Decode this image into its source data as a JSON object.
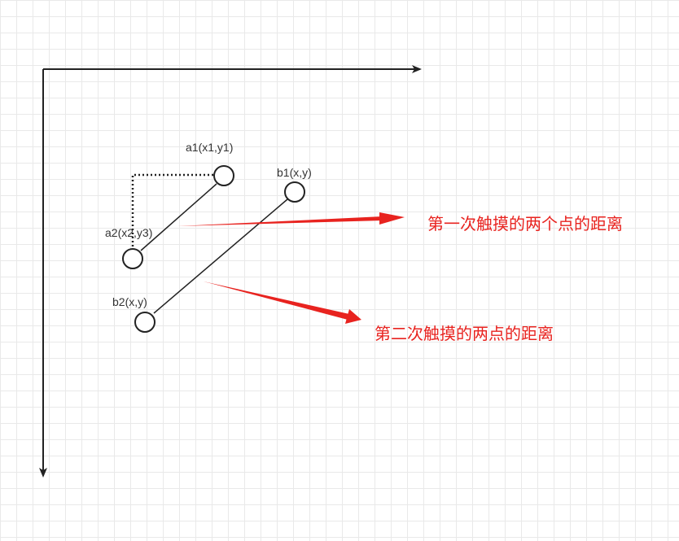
{
  "diagram": {
    "points": {
      "a1": "a1(x1,y1)",
      "a2": "a2(x2,y3)",
      "b1": "b1(x,y)",
      "b2": "b2(x,y)"
    },
    "notes": {
      "first_touch": "第一次触摸的两个点的距离",
      "second_touch": "第二次触摸的两点的距离"
    },
    "colors": {
      "axis": "#222222",
      "line": "#222222",
      "annotation": "#e8231f",
      "label": "#333333"
    }
  }
}
